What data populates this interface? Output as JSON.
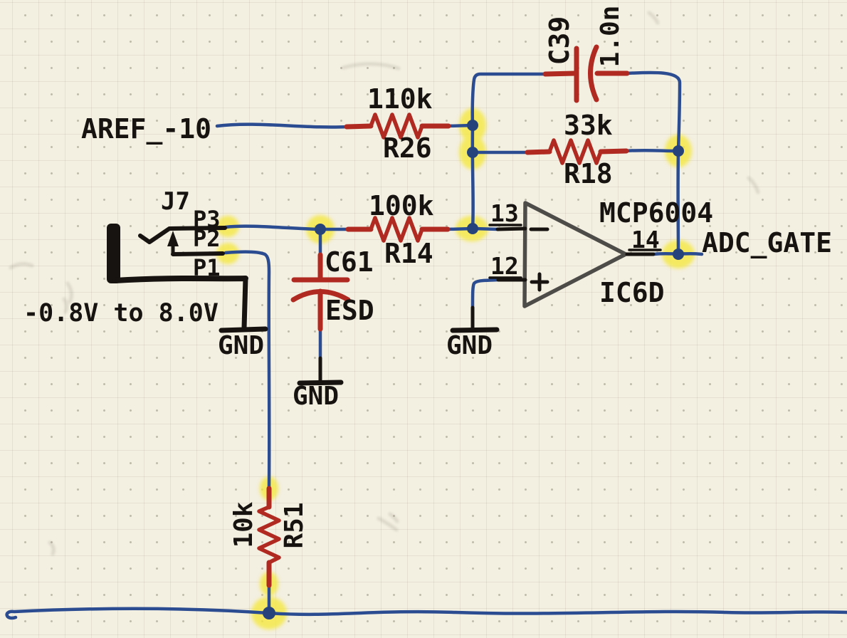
{
  "title": "Hand-drawn op-amp input conditioning schematic",
  "colors": {
    "paper": "#f3efe1",
    "wire_blue": "#2b4c90",
    "junction_blue": "#26437c",
    "component_red": "#b02a22",
    "ink_black": "#161310",
    "opamp_gray": "#4e4c48",
    "highlight_yellow": "#f5e83e"
  },
  "nets": {
    "input_label": "AREF_-10",
    "output_label": "ADC_GATE"
  },
  "connector": {
    "ref": "J7",
    "pin_top": "P3",
    "pin_mid": "P2",
    "pin_bottom": "P1",
    "voltage_range": "-0.8V to 8.0V"
  },
  "resistors": {
    "r26": {
      "value": "110k",
      "ref": "R26"
    },
    "r18": {
      "value": "33k",
      "ref": "R18"
    },
    "r14": {
      "value": "100k",
      "ref": "R14"
    },
    "r51": {
      "value": "10k",
      "ref": "R51"
    }
  },
  "capacitors": {
    "c39": {
      "ref": "C39",
      "value": "1.0n"
    },
    "c61": {
      "ref": "C61",
      "value": "ESD"
    }
  },
  "opamp": {
    "part": "MCP6004",
    "designator": "IC6D",
    "pin_inverting": "13",
    "pin_noninverting": "12",
    "pin_output": "14"
  },
  "grounds": {
    "g1": "GND",
    "g2": "GND",
    "g3": "GND"
  }
}
